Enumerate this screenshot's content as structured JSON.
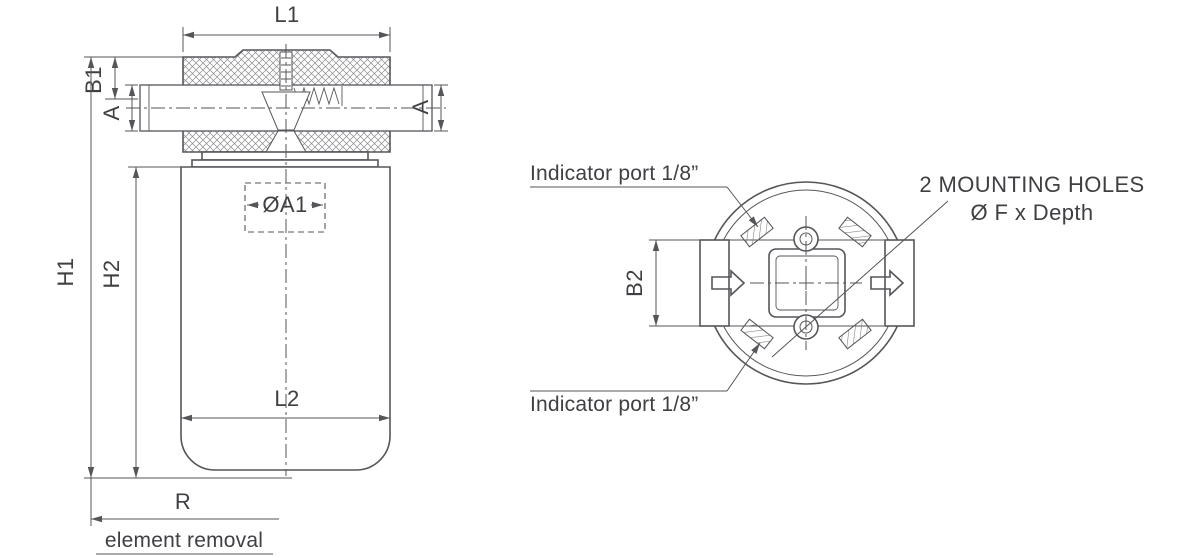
{
  "colors": {
    "line": "#55565a",
    "text": "#3f4043",
    "background": "#ffffff"
  },
  "side_view": {
    "l1": "L1",
    "b1": "B1",
    "a_left": "A",
    "a_right": "A",
    "a1": "ØA1",
    "h1": "H1",
    "h2": "H2",
    "l2": "L2",
    "r": "R",
    "element_removal": "element removal"
  },
  "top_view": {
    "b2": "B2",
    "indicator_top": "Indicator port 1/8”",
    "indicator_bottom": "Indicator port 1/8”",
    "mounting_line1": "2 MOUNTING HOLES",
    "mounting_line2": "Ø F x Depth"
  }
}
